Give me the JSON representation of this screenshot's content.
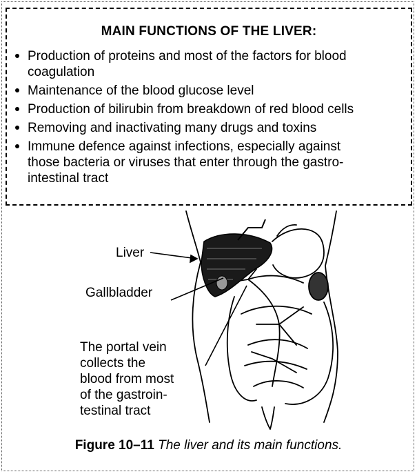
{
  "box": {
    "title": "MAIN FUNCTIONS OF THE LIVER:",
    "items": [
      {
        "line1": "Production of proteins and most of the factors for blood",
        "line2": "coagulation"
      },
      {
        "line1": "Maintenance of the blood glucose level"
      },
      {
        "line1": "Production of bilirubin from breakdown of red blood cells"
      },
      {
        "line1": "Removing and inactivating many drugs and toxins"
      },
      {
        "line1": "Immune defence against infections, especially against",
        "line2": "those bacteria or viruses that enter through the gastro-",
        "line3": "intestinal tract"
      }
    ]
  },
  "figure": {
    "labels": {
      "liver": "Liver",
      "gallbladder": "Gallbladder",
      "portal_1": "The portal vein",
      "portal_2": "collects the",
      "portal_3": "blood from most",
      "portal_4": "of the gastroin-",
      "portal_5": "testinal tract"
    },
    "caption_number": "Figure 10–11",
    "caption_text": "The liver and its main functions."
  }
}
